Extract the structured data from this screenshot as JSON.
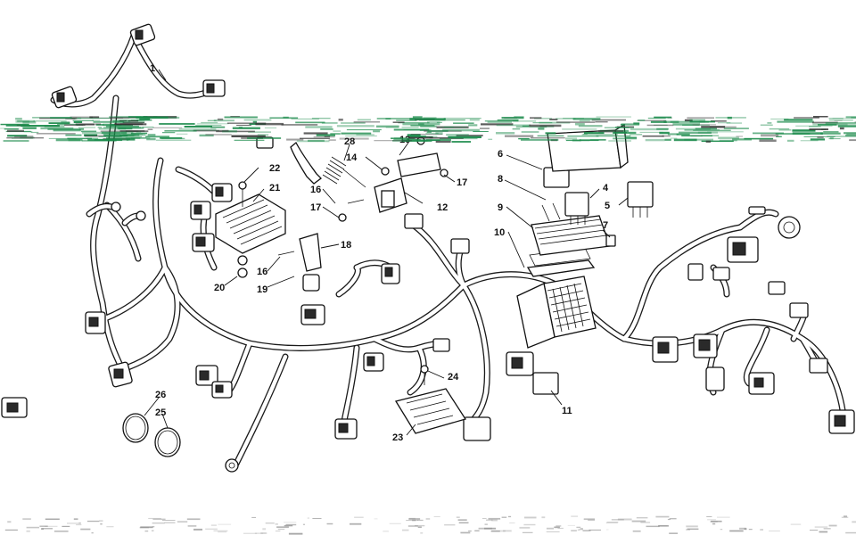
{
  "diagram": {
    "callouts": [
      {
        "label": "1"
      },
      {
        "label": "28"
      },
      {
        "label": "13"
      },
      {
        "label": "14"
      },
      {
        "label": "17"
      },
      {
        "label": "22"
      },
      {
        "label": "21"
      },
      {
        "label": "16"
      },
      {
        "label": "17"
      },
      {
        "label": "12"
      },
      {
        "label": "18"
      },
      {
        "label": "16"
      },
      {
        "label": "19"
      },
      {
        "label": "20"
      },
      {
        "label": "6"
      },
      {
        "label": "8"
      },
      {
        "label": "4"
      },
      {
        "label": "5"
      },
      {
        "label": "9"
      },
      {
        "label": "7"
      },
      {
        "label": "10"
      },
      {
        "label": "24"
      },
      {
        "label": "11"
      },
      {
        "label": "23"
      },
      {
        "label": "26"
      },
      {
        "label": "25"
      }
    ],
    "colors": {
      "line": "#111111",
      "background": "#ffffff",
      "glitch_band": "#1a8a4a"
    }
  }
}
